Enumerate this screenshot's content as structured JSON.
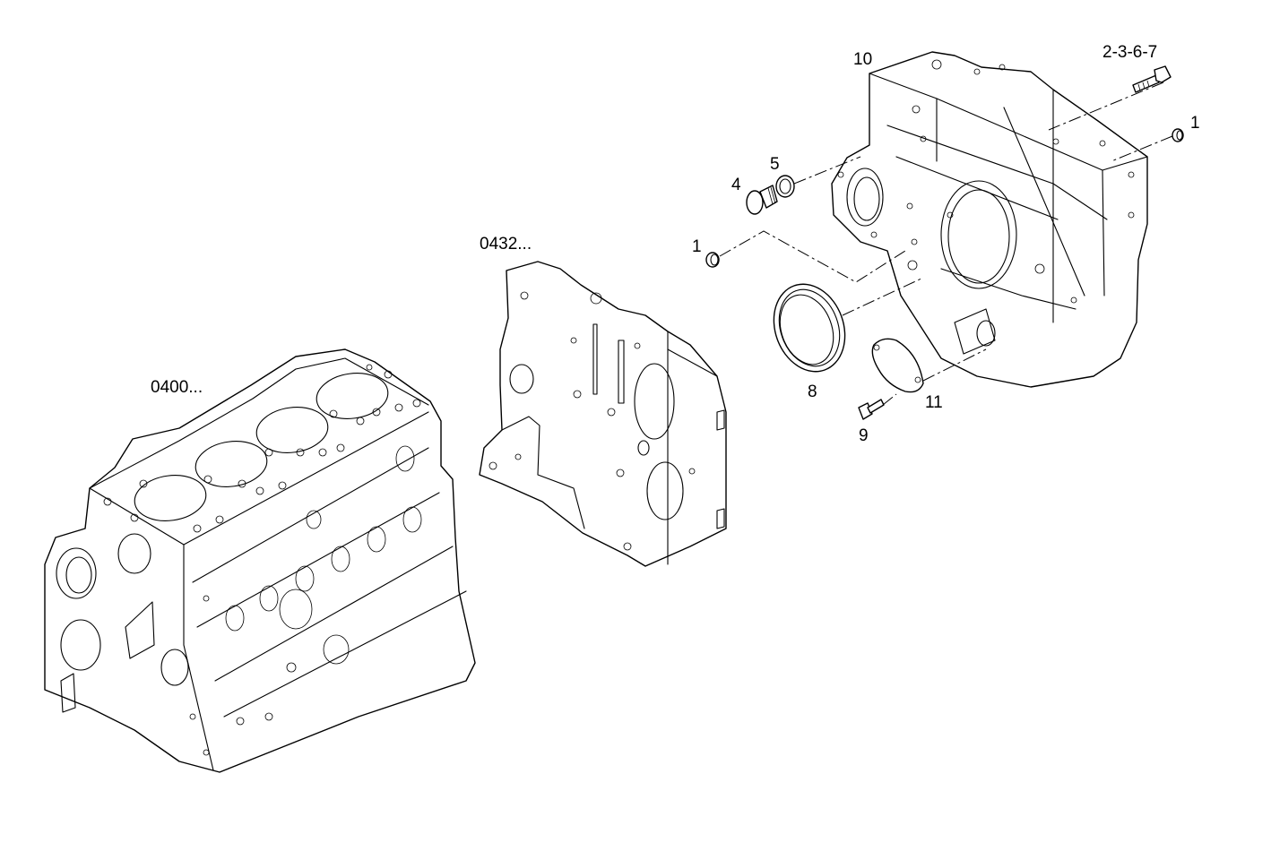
{
  "diagram": {
    "type": "exploded-parts-diagram",
    "background": "#ffffff",
    "line_color": "#000000",
    "assemblies": [
      {
        "id": "engine-block",
        "label": "0400..."
      },
      {
        "id": "timing-plate",
        "label": "0432..."
      },
      {
        "id": "flywheel-housing",
        "label": "10"
      }
    ],
    "callouts": [
      {
        "id": "label-10",
        "text": "10"
      },
      {
        "id": "label-2-3-6-7",
        "text": "2-3-6-7"
      },
      {
        "id": "label-1-right",
        "text": "1"
      },
      {
        "id": "label-5",
        "text": "5"
      },
      {
        "id": "label-4",
        "text": "4"
      },
      {
        "id": "label-1-left",
        "text": "1"
      },
      {
        "id": "label-0432",
        "text": "0432..."
      },
      {
        "id": "label-8",
        "text": "8"
      },
      {
        "id": "label-11",
        "text": "11"
      },
      {
        "id": "label-9",
        "text": "9"
      },
      {
        "id": "label-0400",
        "text": "0400..."
      }
    ]
  }
}
